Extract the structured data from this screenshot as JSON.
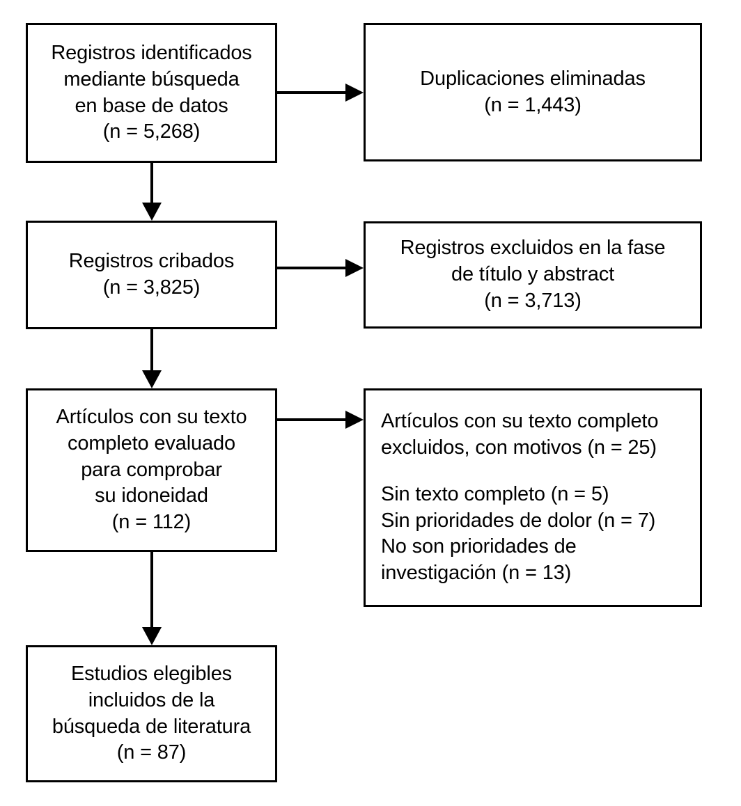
{
  "diagram": {
    "type": "prisma-flow-diagram",
    "language": "es",
    "line_color": "#000000",
    "background_color": "#ffffff",
    "boxes": [
      {
        "id": "identified",
        "name": "records-identified-box",
        "align": "center",
        "lines": [
          "Registros identificados",
          "mediante búsqueda",
          "en base de datos",
          "(n = 5,268)"
        ],
        "count": "5,268"
      },
      {
        "id": "duplicates",
        "name": "duplicates-removed-box",
        "align": "center",
        "lines": [
          "Duplicaciones eliminadas",
          "(n = 1,443)"
        ],
        "count": "1,443"
      },
      {
        "id": "screened",
        "name": "records-screened-box",
        "align": "center",
        "lines": [
          "Registros cribados",
          "(n = 3,825)"
        ],
        "count": "3,825"
      },
      {
        "id": "excluded-title-abstract",
        "name": "records-excluded-title-abstract-box",
        "align": "center",
        "lines": [
          "Registros excluidos en la fase",
          "de título y abstract",
          "(n = 3,713)"
        ],
        "count": "3,713"
      },
      {
        "id": "fulltext-assessed",
        "name": "full-text-assessed-box",
        "align": "center",
        "lines": [
          "Artículos con su texto",
          "completo evaluado",
          "para comprobar",
          "su idoneidad",
          "(n = 112)"
        ],
        "count": "112"
      },
      {
        "id": "fulltext-excluded",
        "name": "full-text-excluded-box",
        "align": "left",
        "lines": [
          "Artículos con su texto completo",
          "excluidos, con motivos (n = 25)",
          "",
          "Sin texto completo (n = 5)",
          "Sin prioridades de dolor (n = 7)",
          "No son prioridades de",
          "investigación (n = 13)"
        ],
        "count": "25",
        "reasons": [
          {
            "label": "Sin texto completo",
            "count": "5"
          },
          {
            "label": "Sin prioridades de dolor",
            "count": "7"
          },
          {
            "label": "No son prioridades de investigación",
            "count": "13"
          }
        ]
      },
      {
        "id": "included",
        "name": "studies-included-box",
        "align": "center",
        "lines": [
          "Estudios elegibles",
          "incluidos de la",
          "búsqueda de literatura",
          "(n = 87)"
        ],
        "count": "87"
      }
    ],
    "connectors": [
      {
        "id": "v1",
        "from": "identified",
        "to": "screened",
        "direction": "down"
      },
      {
        "id": "v2",
        "from": "screened",
        "to": "fulltext-assessed",
        "direction": "down"
      },
      {
        "id": "v3",
        "from": "fulltext-assessed",
        "to": "included",
        "direction": "down"
      },
      {
        "id": "h1",
        "from": "identified",
        "to": "duplicates",
        "direction": "right"
      },
      {
        "id": "h2",
        "from": "screened",
        "to": "excluded-title-abstract",
        "direction": "right"
      },
      {
        "id": "h3",
        "from": "fulltext-assessed",
        "to": "fulltext-excluded",
        "direction": "right"
      }
    ]
  }
}
